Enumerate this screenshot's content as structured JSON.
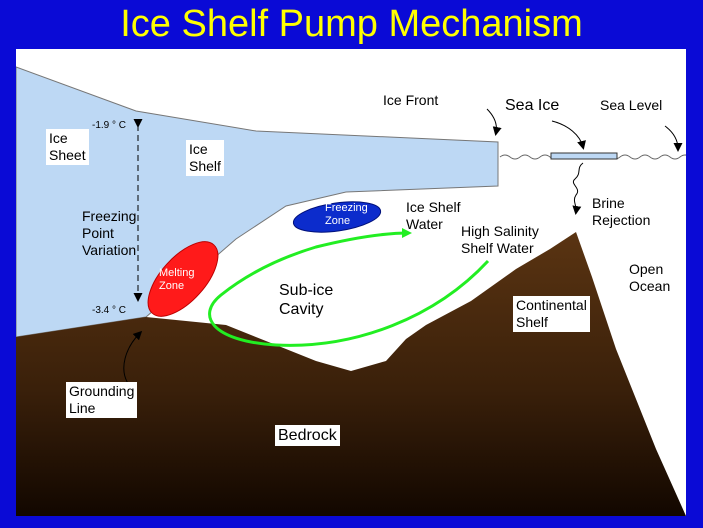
{
  "title": "Ice Shelf Pump Mechanism",
  "labels": {
    "ice_sheet": "Ice\nSheet",
    "ice_shelf": "Ice\nShelf",
    "temp_top": "-1.9 ° C",
    "temp_bottom": "-3.4 ° C",
    "freezing_point_variation": "Freezing\nPoint\nVariation",
    "melting_zone": "Melting\nZone",
    "freezing_zone": "Freezing\nZone",
    "ice_front": "Ice Front",
    "sea_ice": "Sea Ice",
    "sea_level": "Sea  Level",
    "brine_rejection": "Brine\nRejection",
    "ice_shelf_water": "Ice Shelf\nWater",
    "high_salinity_shelf_water": "High Salinity\nShelf Water",
    "open_ocean": "Open\nOcean",
    "sub_ice_cavity": "Sub-ice\nCavity",
    "continental_shelf": "Continental\nShelf",
    "grounding_line": "Grounding\nLine",
    "bedrock": "Bedrock"
  },
  "colors": {
    "background": "#0a0ad6",
    "title": "#ffff00",
    "ice": "#bdd8f4",
    "melting_zone": "#ff1a1a",
    "freezing_zone": "#0c2ccc",
    "circulation_arrow": "#22ee22",
    "bedrock_top": "#5a3412",
    "bedrock_bottom": "#120700"
  }
}
